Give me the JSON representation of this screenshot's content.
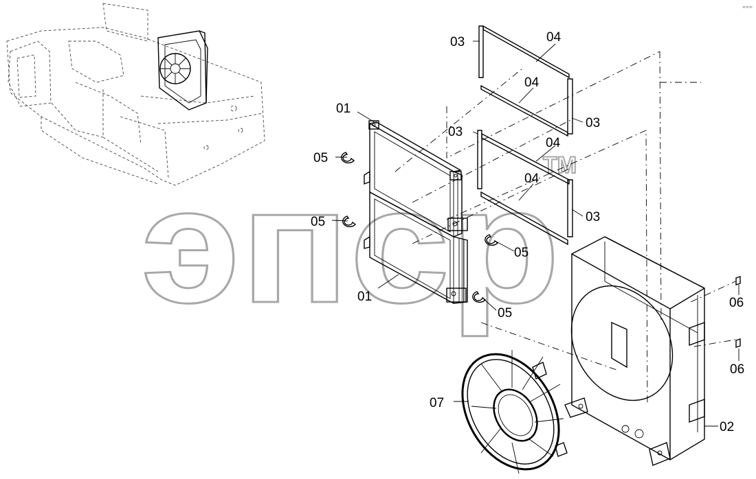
{
  "diagram": {
    "watermark": {
      "text": "эпср",
      "tm": "TM"
    },
    "corner_mark": "∞∞∞",
    "callouts": {
      "c01a": "01",
      "c01b": "01",
      "c02": "02",
      "c03a": "03",
      "c03b": "03",
      "c03c": "03",
      "c03d": "03",
      "c04a": "04",
      "c04b": "04",
      "c04c": "04",
      "c04d": "04",
      "c05a": "05",
      "c05b": "05",
      "c05c": "05",
      "c05d": "05",
      "c06a": "06",
      "c06b": "06",
      "c07": "07"
    }
  }
}
